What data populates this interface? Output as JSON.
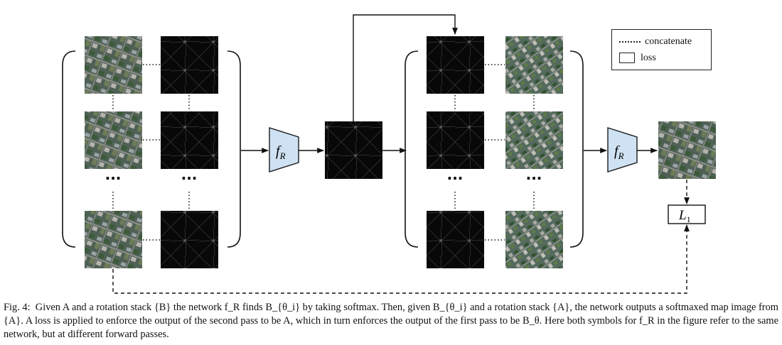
{
  "legend": {
    "concatenate_label": "concatenate",
    "loss_label": "loss"
  },
  "diagram": {
    "network_label": "f",
    "network_subscript": "R",
    "loss_label": "L",
    "loss_subscript": "1",
    "ellipsis": "···"
  },
  "colors": {
    "network_fill": "#cfe2f3",
    "network_stroke": "#1a1a1a",
    "aerial_base": "#5d6b5a",
    "map_base": "#0b0b0b"
  },
  "caption": {
    "prefix": "Fig. 4:",
    "text": "Given A and a rotation stack {B} the network f_R finds B_{θ_i} by taking softmax. Then, given B_{θ_i} and a rotation stack {A}, the network outputs a softmaxed map image from {A}. A loss is applied to enforce the output of the second pass to be A, which in turn enforces the output of the first pass to be B_θ. Here both symbols for f_R in the figure refer to the same network, but at different forward passes."
  }
}
